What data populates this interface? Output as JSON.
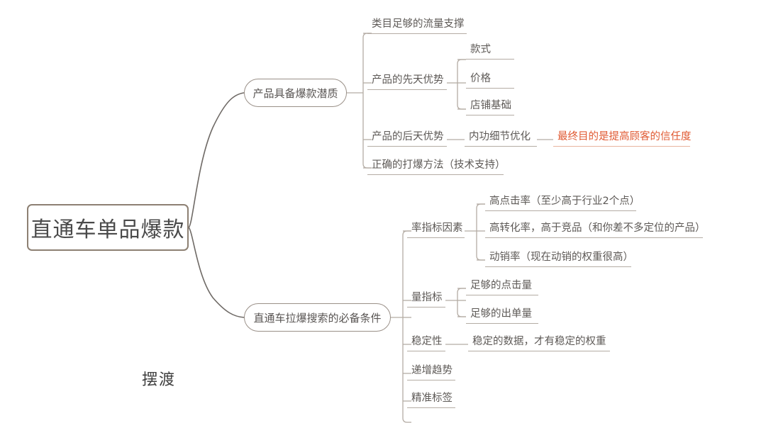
{
  "diagram": {
    "title": "直通车单品爆款",
    "watermark": "摆渡",
    "colors": {
      "line": "#b4aca4",
      "root_border": "#8d8073",
      "node_border": "#9a9088",
      "text": "#5d5956",
      "accent": "#e05a33"
    },
    "root": {
      "label": "直通车单品爆款"
    },
    "branches": [
      {
        "label": "产品具备爆款潜质",
        "children": [
          {
            "label": "类目足够的流量支撑",
            "children": []
          },
          {
            "label": "产品的先天优势",
            "children": [
              {
                "label": "款式"
              },
              {
                "label": "价格"
              },
              {
                "label": "店铺基础"
              }
            ]
          },
          {
            "label": "产品的后天优势",
            "children": [
              {
                "label": "内功细节优化",
                "children": [
                  {
                    "label": "最终目的是提高顾客的信任度",
                    "accent": true
                  }
                ]
              }
            ]
          },
          {
            "label": "正确的打爆方法（技术支持）",
            "children": []
          }
        ]
      },
      {
        "label": "直通车拉爆搜索的必备条件",
        "children": [
          {
            "label": "率指标因素",
            "children": [
              {
                "label": "高点击率（至少高于行业2个点）"
              },
              {
                "label": "高转化率，高于竞品（和你差不多定位的产品）"
              },
              {
                "label": "动销率（现在动销的权重很高）"
              }
            ]
          },
          {
            "label": "量指标",
            "children": [
              {
                "label": "足够的点击量"
              },
              {
                "label": "足够的出单量"
              }
            ]
          },
          {
            "label": "稳定性",
            "children": [
              {
                "label": "稳定的数据，才有稳定的权重"
              }
            ]
          },
          {
            "label": "递增趋势",
            "children": []
          },
          {
            "label": "精准标签",
            "children": []
          },
          {
            "label": "",
            "clipped": true,
            "children": []
          }
        ]
      }
    ]
  }
}
